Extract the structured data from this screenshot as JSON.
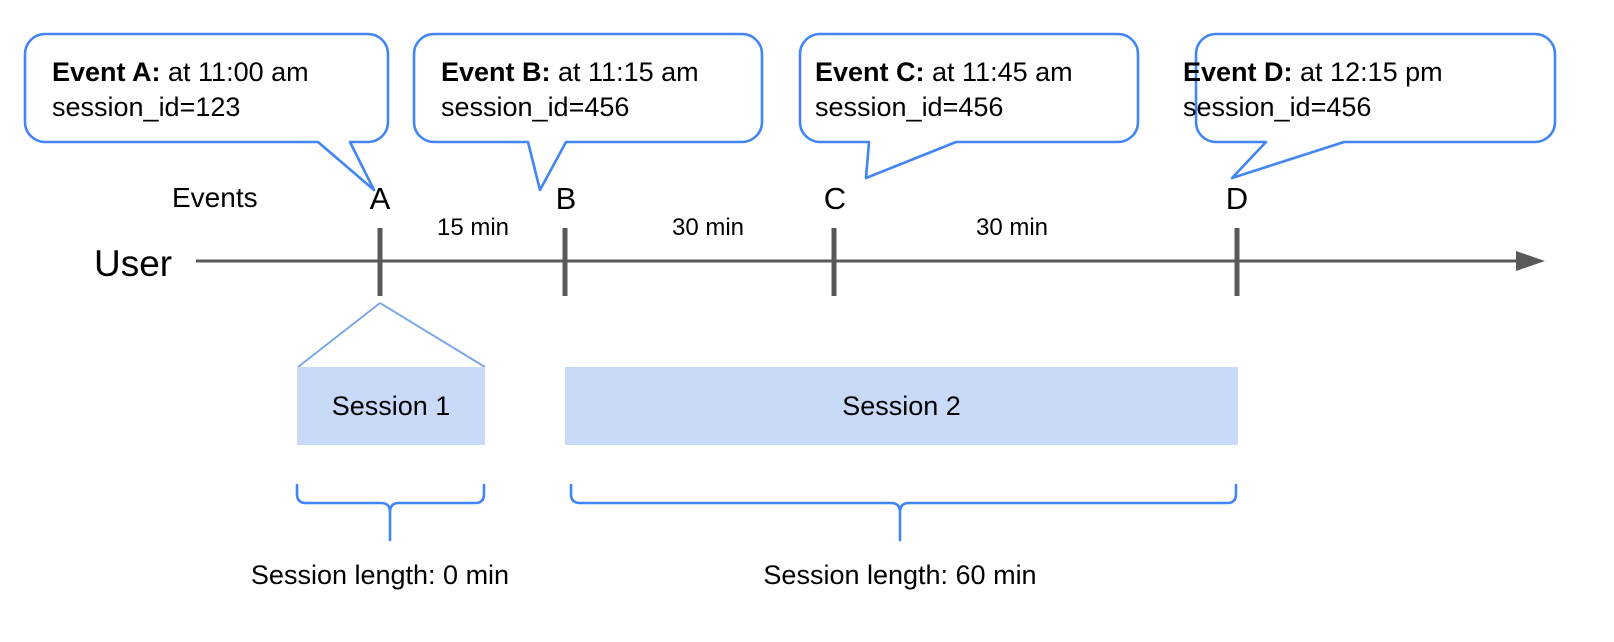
{
  "diagram": {
    "title_row_labels": {
      "events": "Events",
      "user": "User"
    },
    "callouts": [
      {
        "id": "A",
        "lead": "Event A:",
        "time_text": " at 11:00 am",
        "session_text": "session_id=123"
      },
      {
        "id": "B",
        "lead": "Event B:",
        "time_text": " at 11:15 am",
        "session_text": "session_id=456"
      },
      {
        "id": "C",
        "lead": "Event C:",
        "time_text": " at 11:45 am",
        "session_text": "session_id=456"
      },
      {
        "id": "D",
        "lead": "Event D:",
        "time_text": " at 12:15 pm",
        "session_text": "session_id=456"
      }
    ],
    "event_markers": [
      {
        "label": "A"
      },
      {
        "label": "B"
      },
      {
        "label": "C"
      },
      {
        "label": "D"
      }
    ],
    "durations": [
      {
        "label": "15 min"
      },
      {
        "label": "30 min"
      },
      {
        "label": "30 min"
      }
    ],
    "sessions": [
      {
        "label": "Session 1",
        "length_label": "Session length: 0 min"
      },
      {
        "label": "Session 2",
        "length_label": "Session length: 60 min"
      }
    ],
    "colors": {
      "accent_blue": "#4285f4",
      "session_fill": "#c9daf8",
      "axis_gray": "#595959",
      "text_black": "#000000",
      "bubble_bg": "#ffffff"
    },
    "icons": {
      "timeline_arrow": "arrow-right-icon"
    }
  }
}
